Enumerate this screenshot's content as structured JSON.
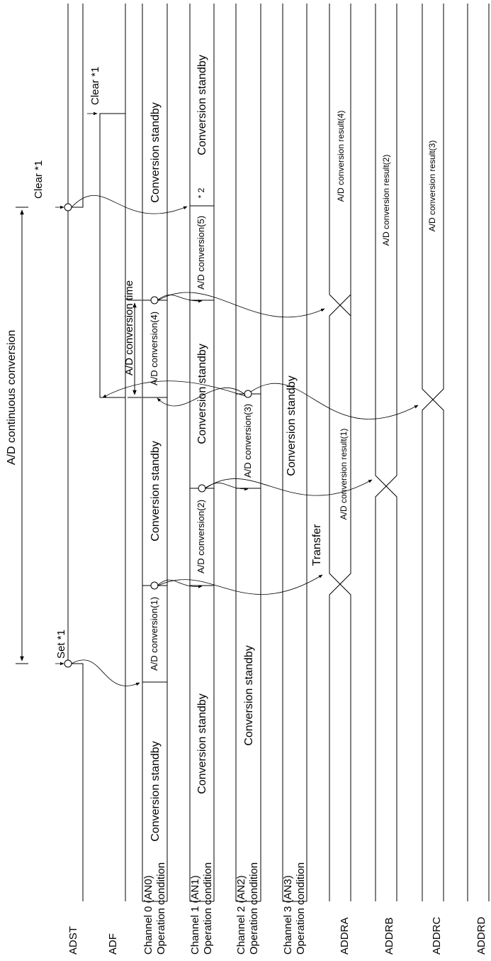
{
  "signals": {
    "adst": "ADST",
    "adf": "ADF",
    "ch0": [
      "Channel 0 (AN0)",
      "Operation condition"
    ],
    "ch1": [
      "Channel 1 (AN1)",
      "Operation condition"
    ],
    "ch2": [
      "Channel 2 (AN2)",
      "Operation condition"
    ],
    "ch3": [
      "Channel 3 (AN3)",
      "Operation condition"
    ],
    "addra": "ADDRA",
    "addrb": "ADDRB",
    "addrc": "ADDRC",
    "addrd": "ADDRD"
  },
  "labels": {
    "continuous": "A/D continuous conversion",
    "conv_time": "A/D conversion time",
    "set": "Set *1",
    "clear": "Clear *1",
    "transfer": "Transfer",
    "standby": "Conversion standby",
    "note2": "* 2",
    "conv1": "A/D conversion(1)",
    "conv2": "A/D conversion(2)",
    "conv3": "A/D conversion(3)",
    "conv4": "A/D conversion(4)",
    "conv5": "A/D conversion(5)",
    "result1": "A/D conversion result(1)",
    "result2": "A/D conversion result(2)",
    "result3": "A/D conversion result(3)",
    "result4": "A/D conversion result(4)"
  }
}
